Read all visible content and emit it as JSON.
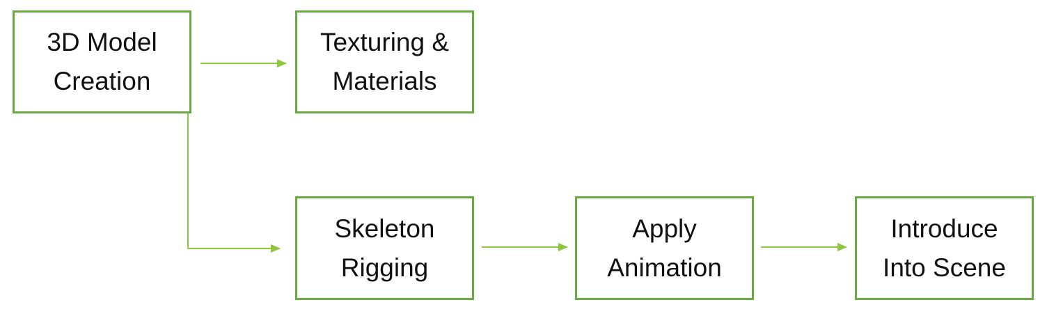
{
  "nodes": [
    {
      "id": "model",
      "label": "3D Model\nCreation"
    },
    {
      "id": "texturing",
      "label": "Texturing &\nMaterials"
    },
    {
      "id": "rigging",
      "label": "Skeleton\nRigging"
    },
    {
      "id": "animation",
      "label": "Apply\nAnimation"
    },
    {
      "id": "scene",
      "label": "Introduce\nInto Scene"
    }
  ],
  "edges": [
    {
      "from": "model",
      "to": "texturing"
    },
    {
      "from": "model",
      "to": "rigging"
    },
    {
      "from": "rigging",
      "to": "animation"
    },
    {
      "from": "animation",
      "to": "scene"
    }
  ],
  "colors": {
    "box_border": "#6aa844",
    "arrow": "#8dc63f",
    "text": "#111111"
  }
}
